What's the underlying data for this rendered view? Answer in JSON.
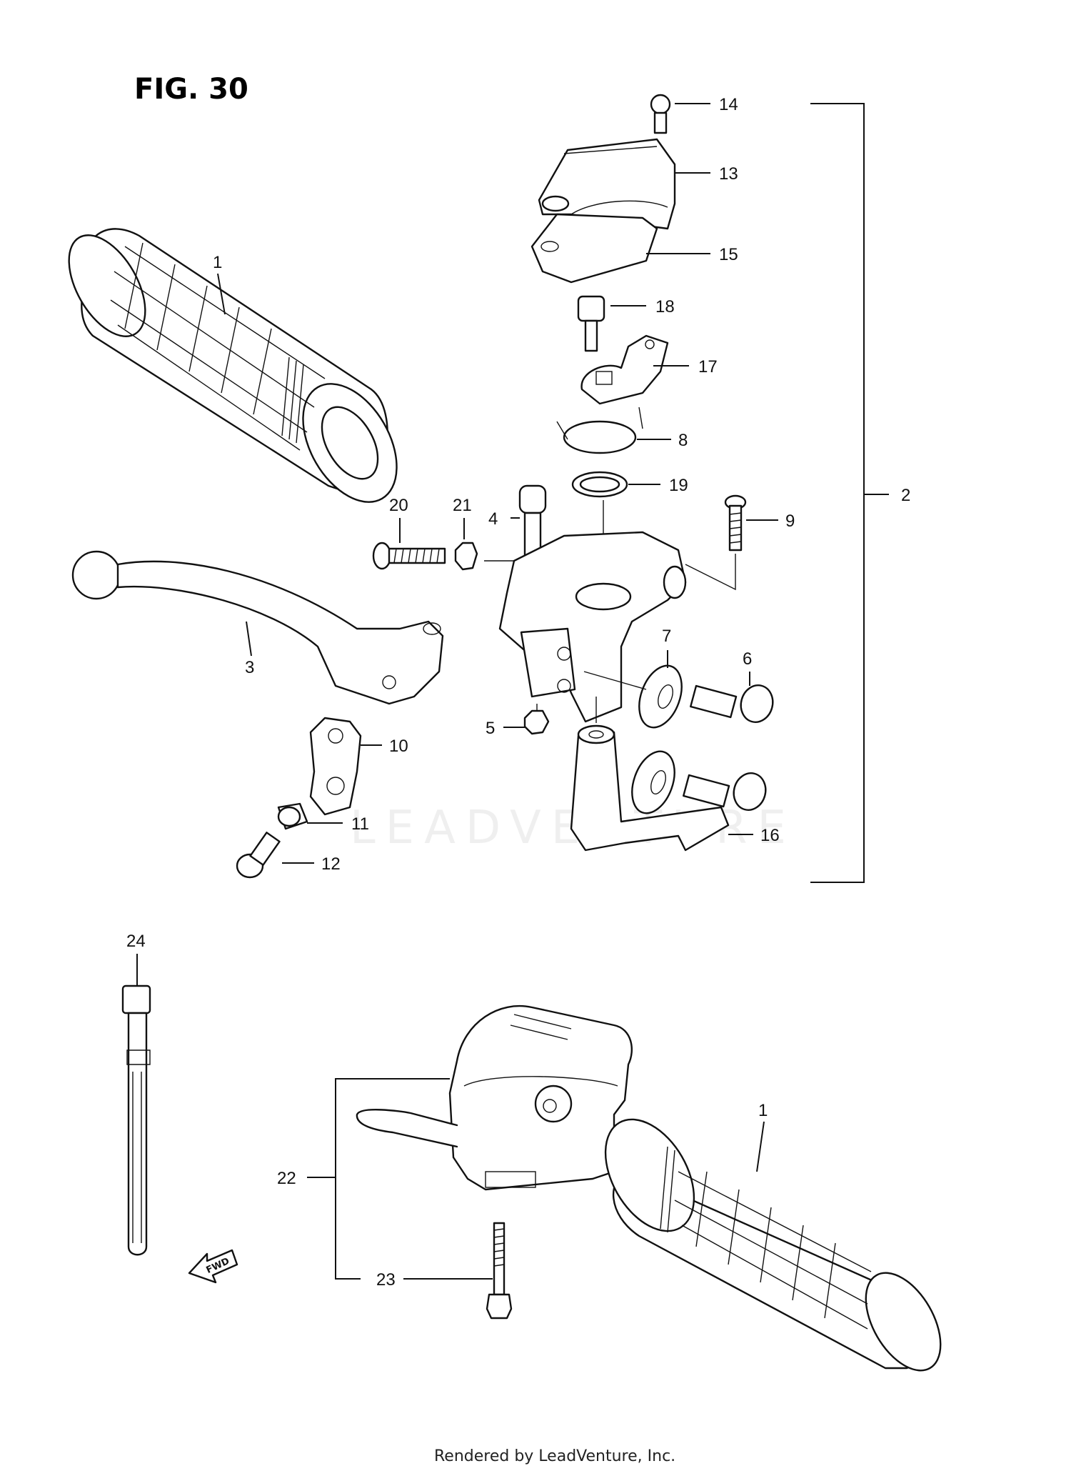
{
  "figure": {
    "title": "FIG. 30"
  },
  "callouts": {
    "c1a": "1",
    "c1b": "1",
    "c2": "2",
    "c3": "3",
    "c4": "4",
    "c5": "5",
    "c6": "6",
    "c7": "7",
    "c8": "8",
    "c9": "9",
    "c10": "10",
    "c11": "11",
    "c12": "12",
    "c13": "13",
    "c14": "14",
    "c15": "15",
    "c16": "16",
    "c17": "17",
    "c18": "18",
    "c19": "19",
    "c20": "20",
    "c21": "21",
    "c22": "22",
    "c23": "23",
    "c24": "24"
  },
  "direction_arrow": {
    "label": "FWD"
  },
  "watermark": {
    "text": "LEADVENTURE"
  },
  "footer": {
    "text": "Rendered by LeadVenture, Inc."
  }
}
